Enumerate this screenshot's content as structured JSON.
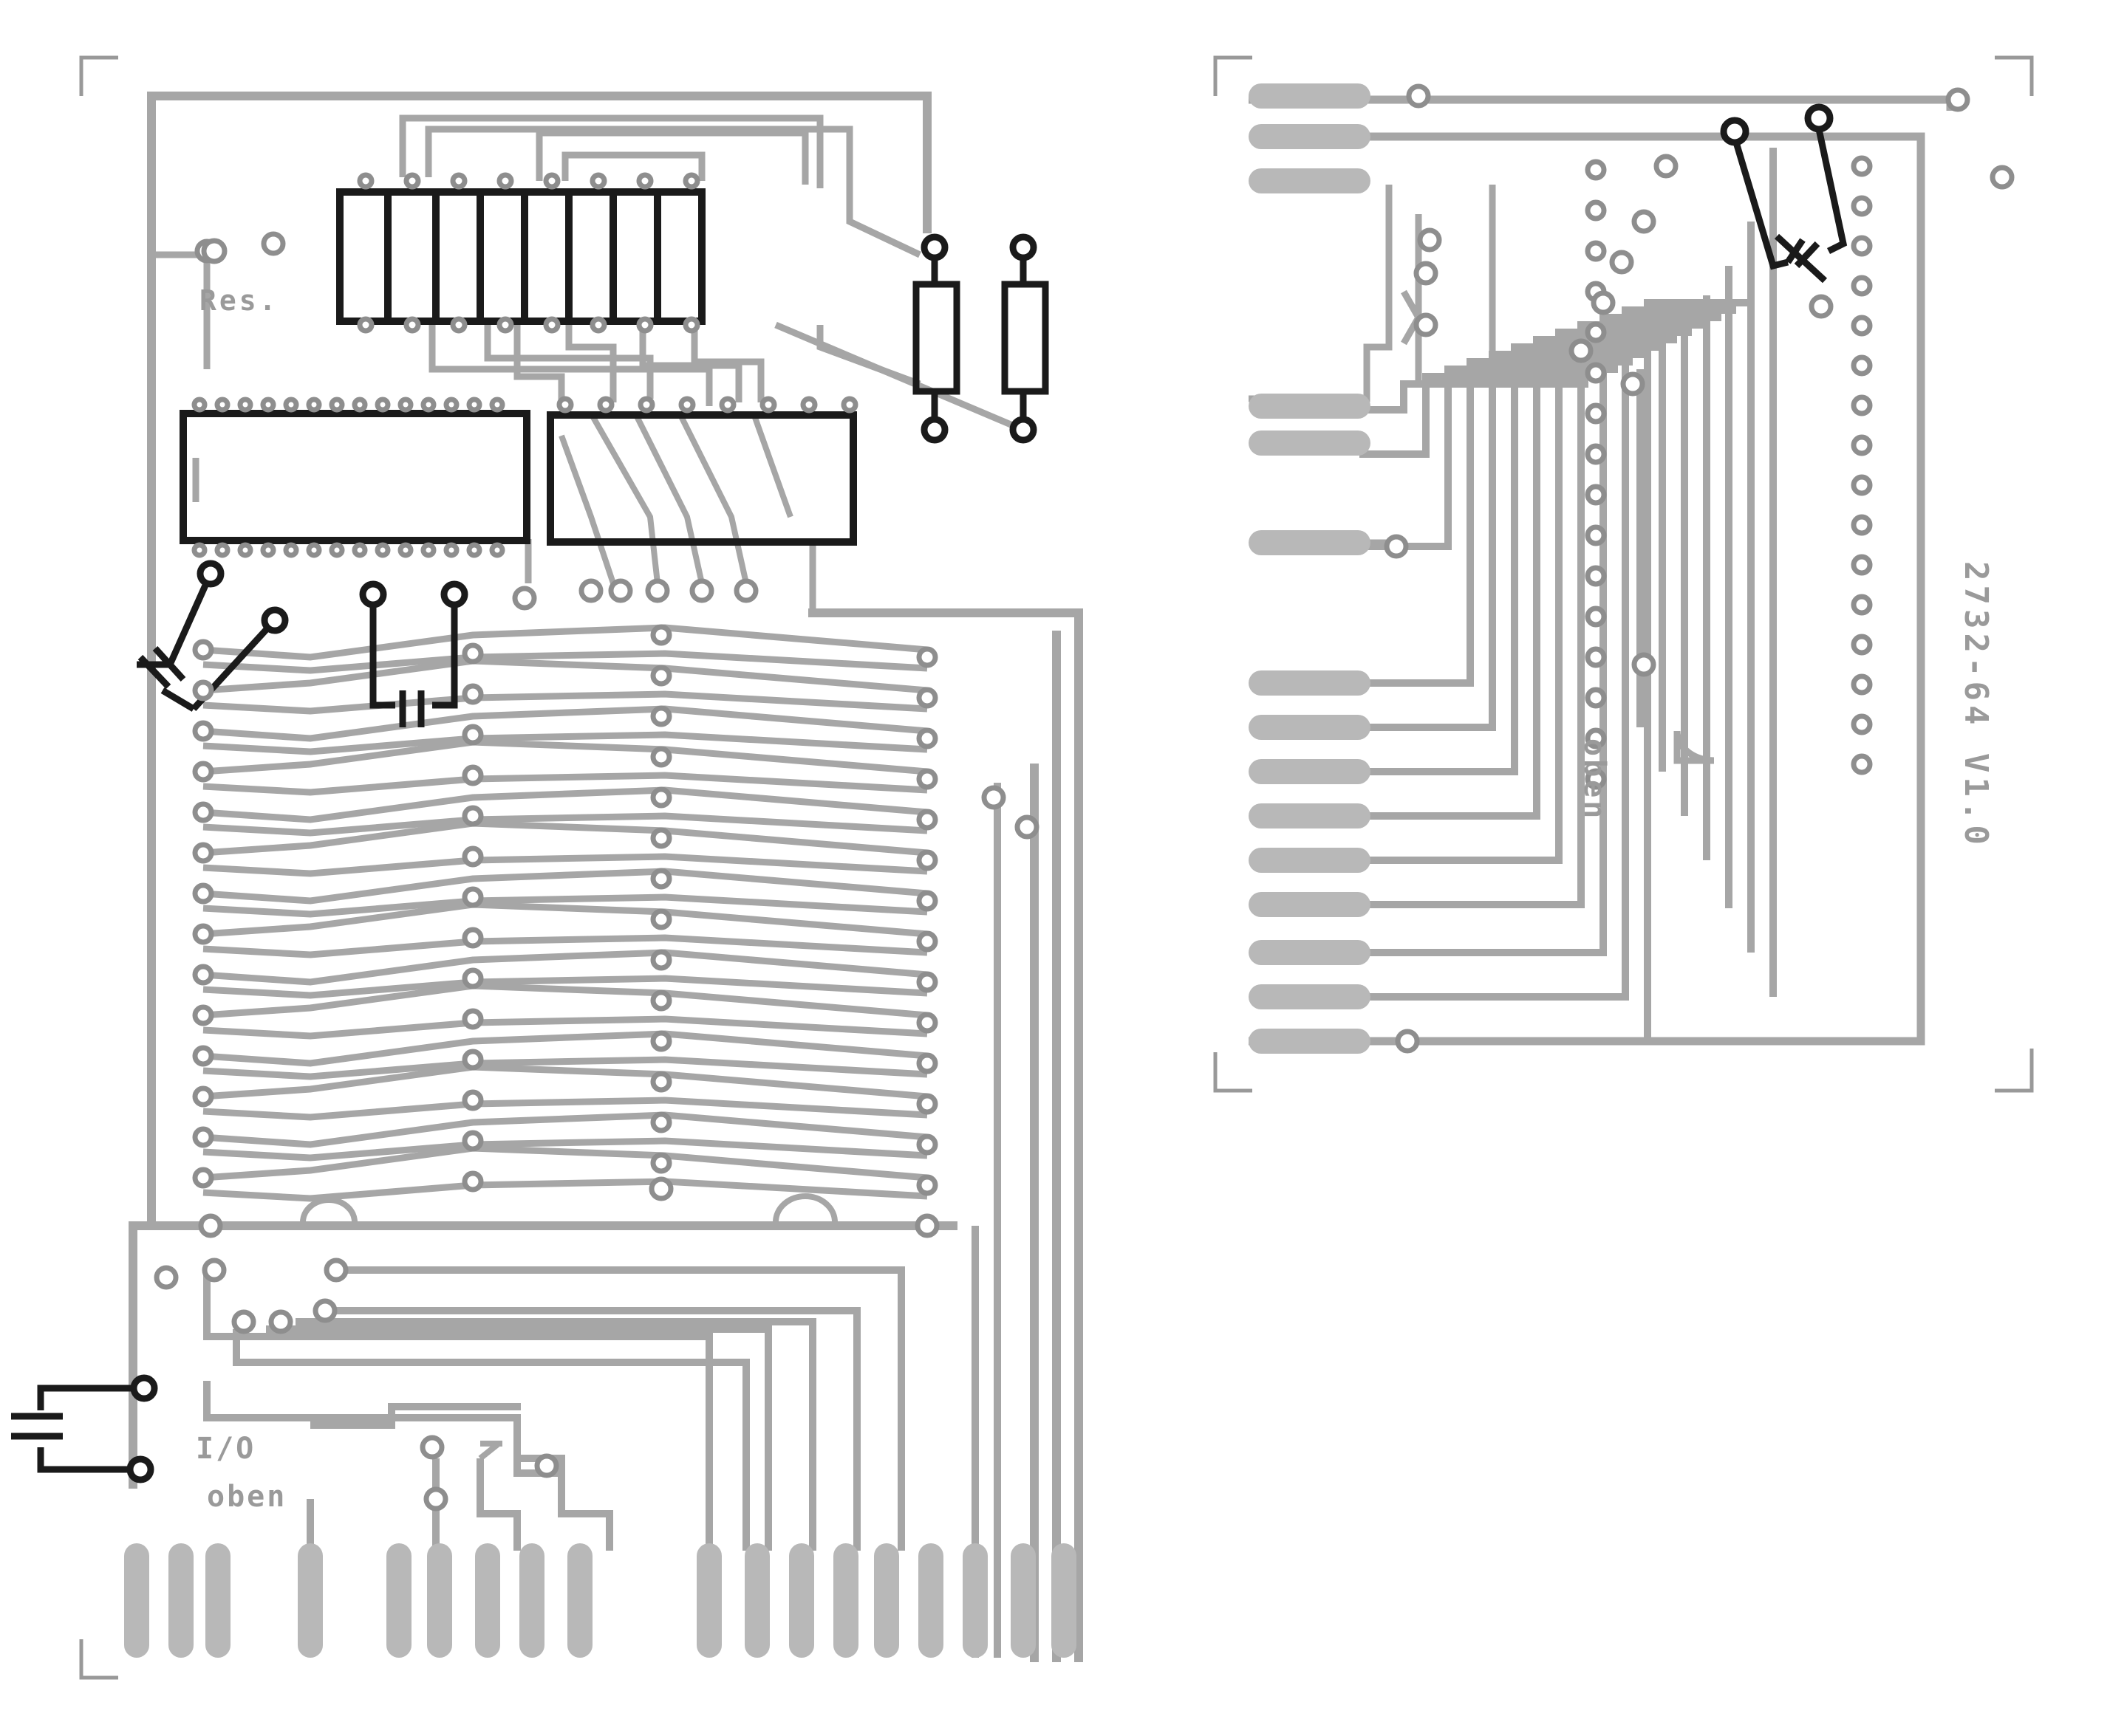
{
  "left_board": {
    "labels": {
      "reset": "Res.",
      "io": "I/O",
      "oben": "oben"
    }
  },
  "right_board": {
    "labels": {
      "oben": "oben",
      "version": "2732-64  V1.0"
    }
  },
  "colors": {
    "trace": "#a6a6a6",
    "pad": "#8e8e8e",
    "component": "#1a1a1a",
    "background": "#ffffff"
  }
}
